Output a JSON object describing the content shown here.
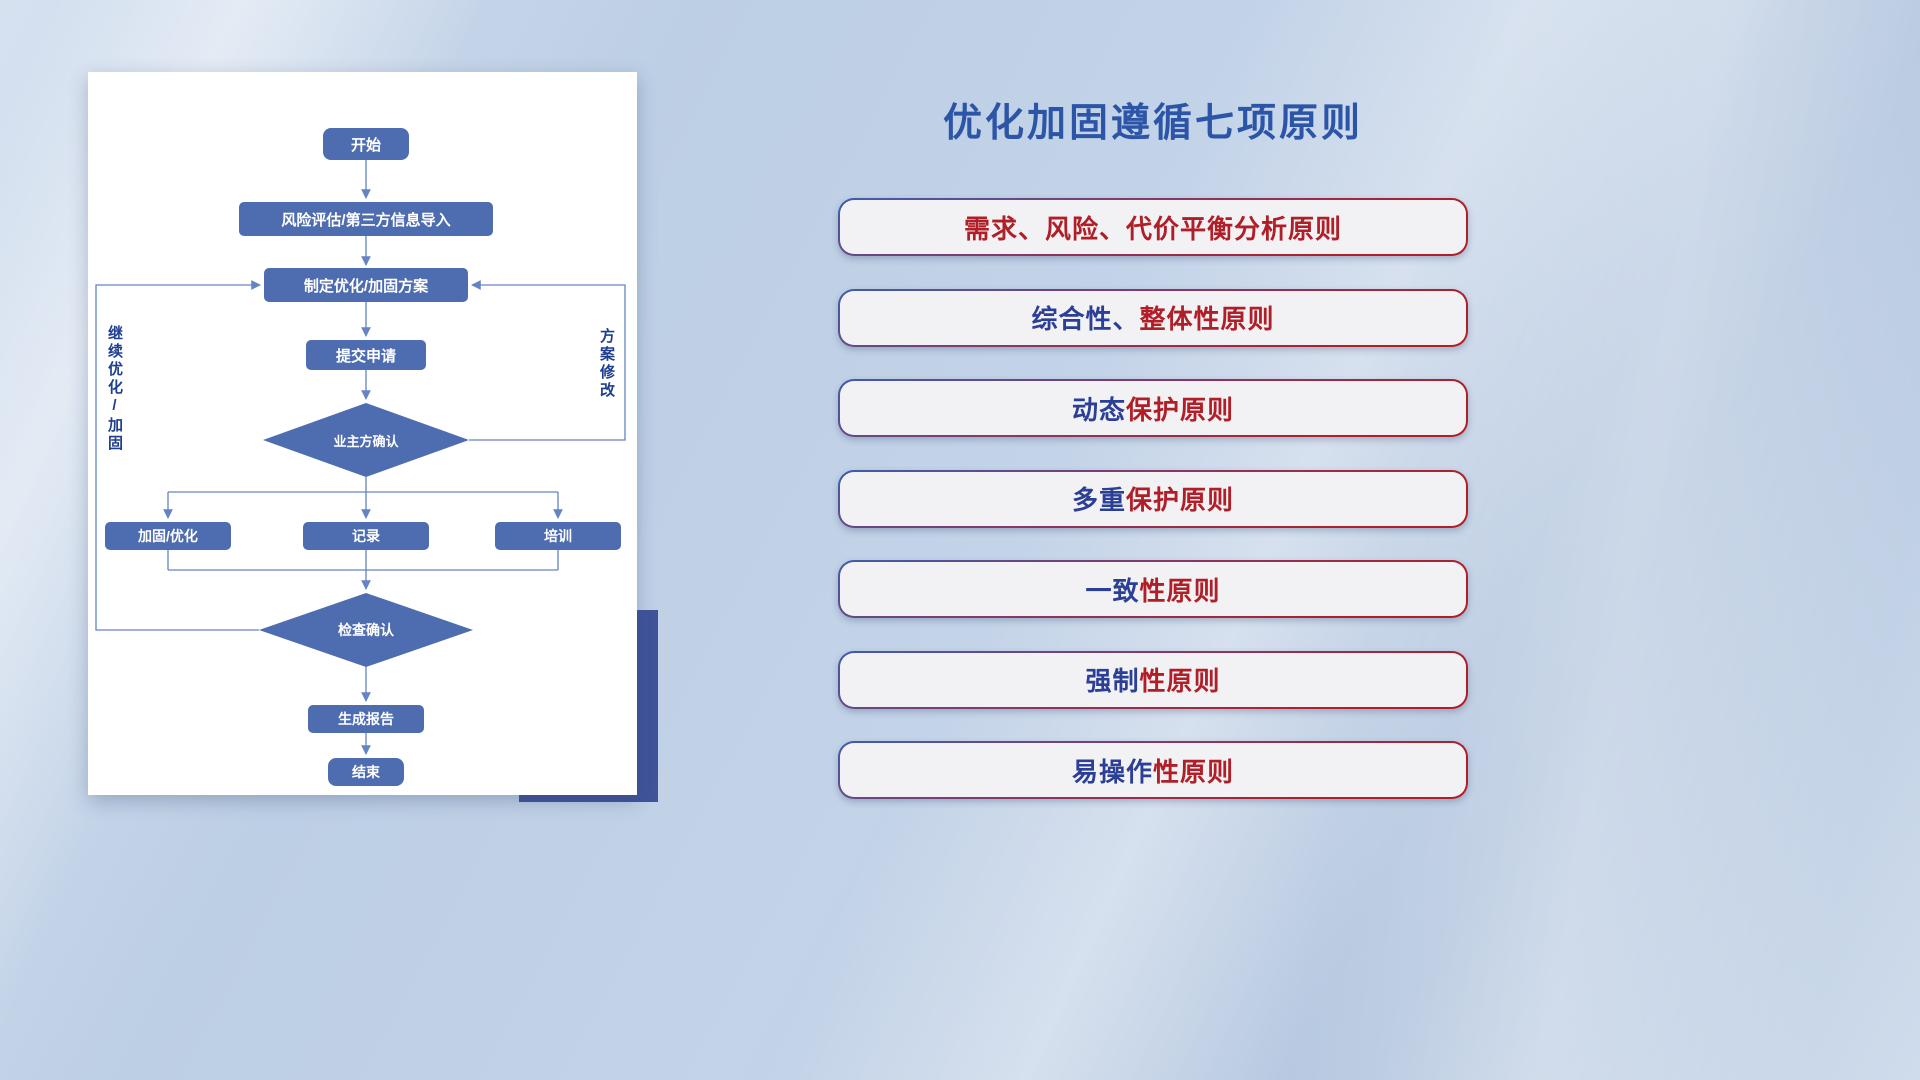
{
  "slide": {
    "title": "优化加固遵循七项原则"
  },
  "flowchart": {
    "nodes": {
      "start": "开始",
      "risk": "风险评估/第三方信息导入",
      "plan": "制定优化/加固方案",
      "submit": "提交申请",
      "owner_confirm": "业主方确认",
      "harden": "加固/优化",
      "record": "记录",
      "training": "培训",
      "check_confirm": "检查确认",
      "report": "生成报告",
      "end": "结束"
    },
    "labels": {
      "left_loop": "继续优化/加固",
      "right_loop": "方案修改"
    }
  },
  "principles": [
    {
      "blue": "",
      "red": "需求、风险、代价平衡分析原则"
    },
    {
      "blue": "综合性、",
      "red": "整体性原则"
    },
    {
      "blue": "动态",
      "red": "保护原则"
    },
    {
      "blue": "多重",
      "red": "保护原则"
    },
    {
      "blue": "一致",
      "red": "性原则"
    },
    {
      "blue": "强制",
      "red": "性原则"
    },
    {
      "blue": "易操作",
      "red": "性原则"
    }
  ],
  "colors": {
    "title_blue": "#2c55a7",
    "principle_blue": "#2b3f96",
    "principle_red": "#b01e28",
    "node_fill": "#4e6cb0",
    "connector": "#6484c4",
    "accent_block": "#40539b"
  }
}
